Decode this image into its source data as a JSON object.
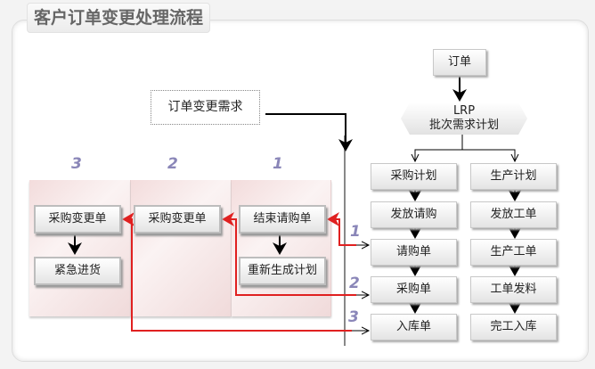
{
  "title": "客户订单变更处理流程",
  "change_request": "订单变更需求",
  "order": "订单",
  "lrp": {
    "line1": "LRP",
    "line2": "批次需求计划"
  },
  "purchase_flow": [
    "采购计划",
    "发放请购",
    "请购单",
    "采购单",
    "入库单"
  ],
  "production_flow": [
    "生产计划",
    "发放工单",
    "生产工单",
    "工单发料",
    "完工入库"
  ],
  "cases": [
    {
      "number": "1",
      "steps": [
        "结束请购单",
        "重新生成计划"
      ]
    },
    {
      "number": "2",
      "steps": [
        "采购变更单"
      ]
    },
    {
      "number": "3",
      "steps": [
        "采购变更单",
        "紧急进货"
      ]
    }
  ],
  "colors": {
    "red_link": "#e02020",
    "case_number": "#8a86b8"
  }
}
